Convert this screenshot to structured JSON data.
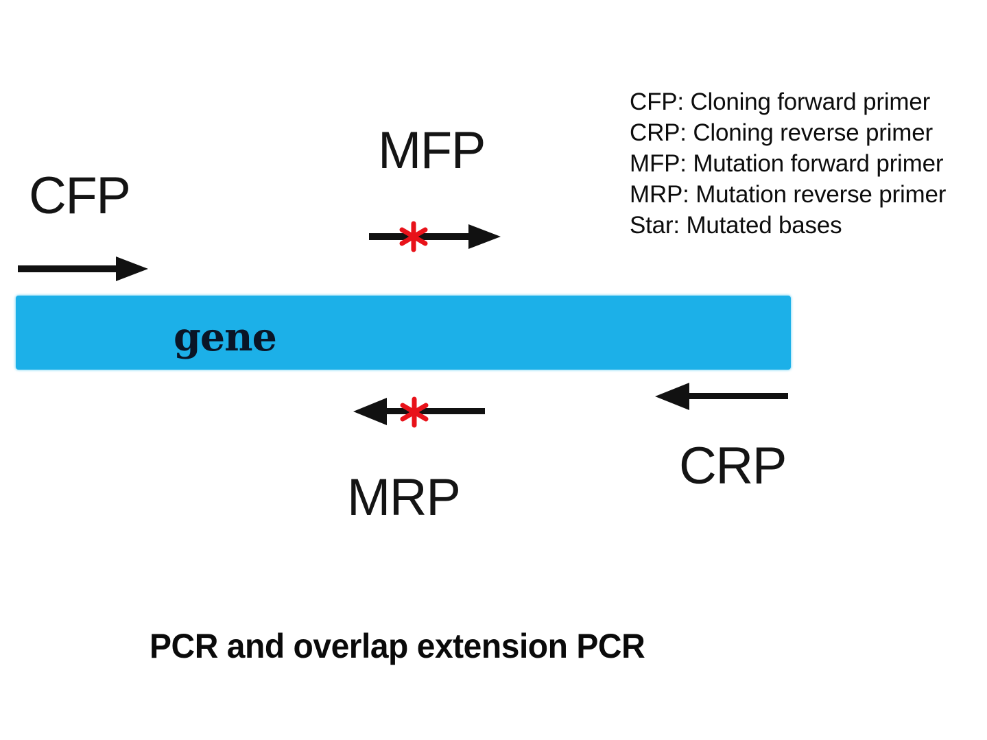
{
  "figure": {
    "caption": "PCR and overlap extension PCR",
    "gene": {
      "label": "gene",
      "color": "#1CB0E8",
      "text_color": "#0A1526"
    },
    "star_color": "#E8121A",
    "arrow_color": "#111111"
  },
  "legend": {
    "lines": [
      "CFP: Cloning forward primer",
      "CRP: Cloning reverse primer",
      "MFP: Mutation forward primer",
      "MRP: Mutation reverse primer",
      "Star: Mutated bases"
    ]
  },
  "primers": {
    "cfp": {
      "label": "CFP",
      "description": "Cloning forward primer",
      "direction": "right",
      "position": "above-left-of-gene",
      "has_mutation_star": false
    },
    "mfp": {
      "label": "MFP",
      "description": "Mutation forward primer",
      "direction": "right",
      "position": "above-middle-of-gene",
      "has_mutation_star": true
    },
    "mrp": {
      "label": "MRP",
      "description": "Mutation reverse primer",
      "direction": "left",
      "position": "below-middle-of-gene",
      "has_mutation_star": true
    },
    "crp": {
      "label": "CRP",
      "description": "Cloning reverse primer",
      "direction": "left",
      "position": "below-right-of-gene",
      "has_mutation_star": false
    }
  }
}
